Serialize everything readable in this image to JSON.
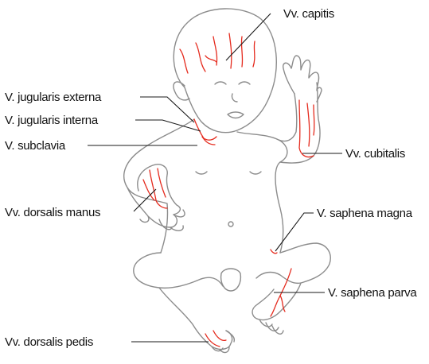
{
  "labels": {
    "vv_capitis": "Vv. capitis",
    "v_jugularis_externa": "V. jugularis externa",
    "v_jugularis_interna": "V. jugularis interna",
    "v_subclavia": "V. subclavia",
    "vv_cubitalis": "Vv. cubitalis",
    "vv_dorsalis_manus": "Vv. dorsalis manus",
    "v_saphena_magna": "V. saphena magna",
    "v_saphena_parva": "V. saphena parva",
    "vv_dorsalis_pedis": "Vv. dorsalis pedis"
  },
  "colors": {
    "vein": "#e52b1e",
    "outline": "#8c8c8c",
    "text": "#111111"
  }
}
